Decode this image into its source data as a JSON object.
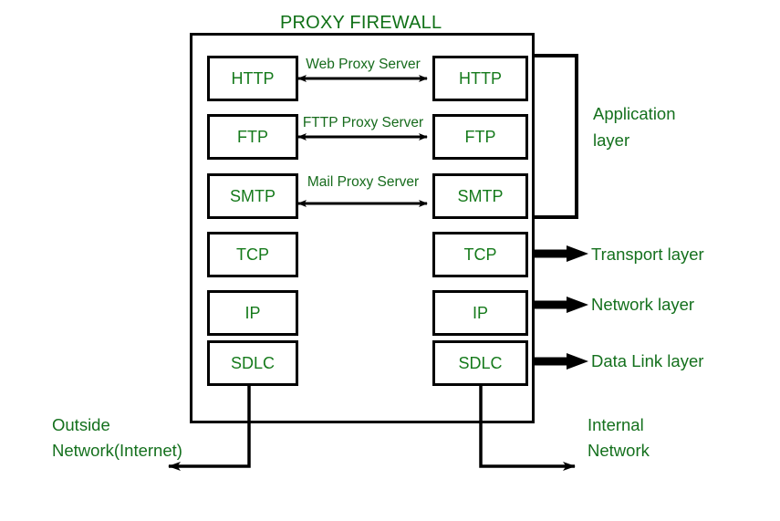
{
  "diagram": {
    "title": "PROXY FIREWALL",
    "accent_green": "#14701d",
    "line_black": "#000000",
    "background": "#ffffff",
    "firewall_boundary_name": "firewall-boundary",
    "rows": [
      {
        "id": "http",
        "outside_label": "HTTP",
        "inside_label": "HTTP",
        "proxy_label": "Web Proxy Server",
        "has_proxy_arrow": true
      },
      {
        "id": "ftp",
        "outside_label": "FTP",
        "inside_label": "FTP",
        "proxy_label": "FTTP Proxy Server",
        "has_proxy_arrow": true
      },
      {
        "id": "smtp",
        "outside_label": "SMTP",
        "inside_label": "SMTP",
        "proxy_label": "Mail Proxy Server",
        "has_proxy_arrow": true
      },
      {
        "id": "tcp",
        "outside_label": "TCP",
        "inside_label": "TCP",
        "proxy_label": "",
        "has_proxy_arrow": false
      },
      {
        "id": "ip",
        "outside_label": "IP",
        "inside_label": "IP",
        "proxy_label": "",
        "has_proxy_arrow": false
      },
      {
        "id": "sdlc",
        "outside_label": "SDLC",
        "inside_label": "SDLC",
        "proxy_label": "",
        "has_proxy_arrow": false
      }
    ],
    "layers": [
      {
        "id": "application",
        "line1": "Application",
        "line2": "layer",
        "connector": "bracket"
      },
      {
        "id": "transport",
        "line1": "Transport layer",
        "line2": "",
        "connector": "thick-arrow"
      },
      {
        "id": "network",
        "line1": "Network layer",
        "line2": "",
        "connector": "thick-arrow"
      },
      {
        "id": "datalink",
        "line1": "Data Link layer",
        "line2": "",
        "connector": "thick-arrow"
      }
    ],
    "networks": {
      "outside": {
        "line1": "Outside",
        "line2": "Network(Internet)",
        "arrow_direction": "left"
      },
      "internal": {
        "line1": "Internal",
        "line2": "Network",
        "arrow_direction": "right"
      }
    }
  }
}
